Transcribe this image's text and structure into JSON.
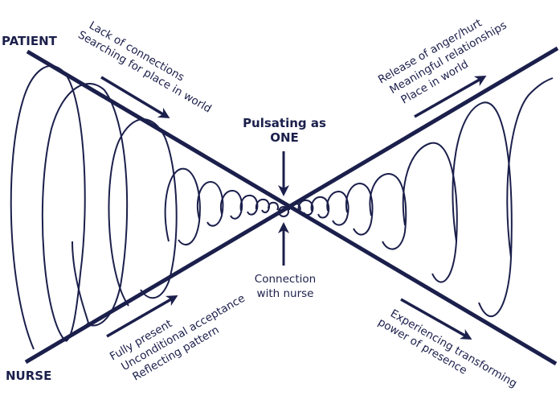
{
  "diagram": {
    "ink_color": "#1b1f4b",
    "background": "#ffffff",
    "roles": {
      "patient": "PATIENT",
      "nurse": "NURSE"
    },
    "center": {
      "top_label_line1": "Pulsating as",
      "top_label_line2": "ONE",
      "bottom_label_line1": "Connection",
      "bottom_label_line2": "with nurse"
    },
    "top_left": {
      "lines": [
        "Lack of connections",
        "Searching for place in world"
      ],
      "arrow": "arrow-down-right"
    },
    "bottom_left": {
      "lines": [
        "Fully present",
        "Unconditional acceptance",
        "Reflecting pattern"
      ],
      "arrow": "arrow-up-right"
    },
    "top_right": {
      "lines": [
        "Release of anger/hurt",
        "Meaningful relationships",
        "Place in world"
      ],
      "arrow": "arrow-up-right"
    },
    "bottom_right": {
      "lines": [
        "Experiencing transforming",
        "power of presence"
      ],
      "arrow": "arrow-down-right"
    }
  }
}
